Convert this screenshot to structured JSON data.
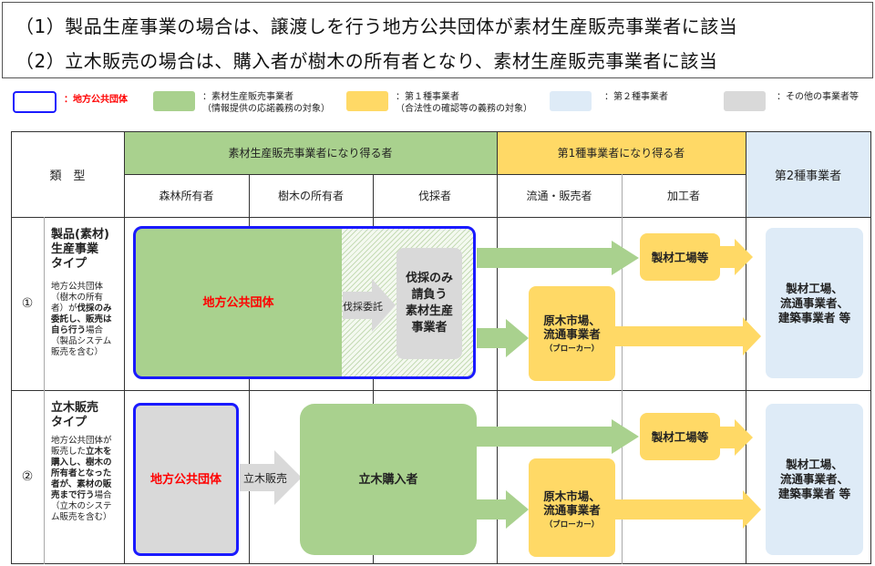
{
  "summary": {
    "line1": "（1）製品生産事業の場合は、譲渡しを行う地方公共団体が素材生産販売事業者に該当",
    "line2": "（2）立木販売の場合は、購入者が樹木の所有者となり、素材生産販売事業者に該当"
  },
  "legend": [
    {
      "key": "local-government",
      "label": "：地方公共団体",
      "style": "outline",
      "color": "#1a1aff",
      "text_color": "#ff0000"
    },
    {
      "key": "material-producer",
      "label": "：素材生産販売事業者\n（情報提供の応諾義務の対象）",
      "color": "#a9d18e"
    },
    {
      "key": "type1",
      "label": "：第１種事業者\n（合法性の確認等の義務の対象）",
      "color": "#ffd966"
    },
    {
      "key": "type2",
      "label": "：第２種事業者",
      "color": "#deebf7"
    },
    {
      "key": "other",
      "label": "：その他の事業者等",
      "color": "#d9d9d9"
    }
  ],
  "colors": {
    "green": "#a9d18e",
    "yellow": "#ffd966",
    "lightblue": "#deebf7",
    "gray": "#d9d9d9",
    "blue_border": "#1a1aff",
    "red_text": "#ff0000"
  },
  "table": {
    "type_header": "類　型",
    "group_headers": {
      "material": "素材生産販売事業者になり得る者",
      "type1": "第1種事業者になり得る者",
      "type2": "第2種事業者"
    },
    "columns": [
      "森林所有者",
      "樹木の所有者",
      "伐採者",
      "流通・販売者",
      "加工者"
    ],
    "rows": [
      {
        "number": "①",
        "title": "製品(素材)\n生産事業\nタイプ",
        "description_parts": [
          {
            "text": "地方公共団体\n（樹木の所有\n者）が",
            "bold": false
          },
          {
            "text": "伐採のみ\n委託し、販売は\n自ら行う",
            "bold": true
          },
          {
            "text": "場合\n（製品システム\n販売を含む）",
            "bold": false
          }
        ],
        "main_box": "地方公共団体",
        "arrow_label": "伐採委託",
        "contractor_box": "伐採のみ\n請負う\n素材生産\n事業者",
        "mill_box": "製材工場等",
        "market_box_main": "原木市場、\n流通事業者",
        "market_box_sub": "（ブローカー）",
        "type2_box": "製材工場、\n流通事業者、\n建築事業者 等"
      },
      {
        "number": "②",
        "title": "立木販売\nタイプ",
        "description_parts": [
          {
            "text": "地方公共団体が\n販売した",
            "bold": false
          },
          {
            "text": "立木を\n購入し、樹木の\n所有者となった\n者が、素材の販\n売まで行う",
            "bold": true
          },
          {
            "text": "場合\n（立木のシステ\nム販売を含む）",
            "bold": false
          }
        ],
        "main_box": "地方公共団体",
        "arrow_label": "立木販売",
        "buyer_box": "立木購入者",
        "mill_box": "製材工場等",
        "market_box_main": "原木市場、\n流通事業者",
        "market_box_sub": "（ブローカー）",
        "type2_box": "製材工場、\n流通事業者、\n建築事業者 等"
      }
    ]
  }
}
